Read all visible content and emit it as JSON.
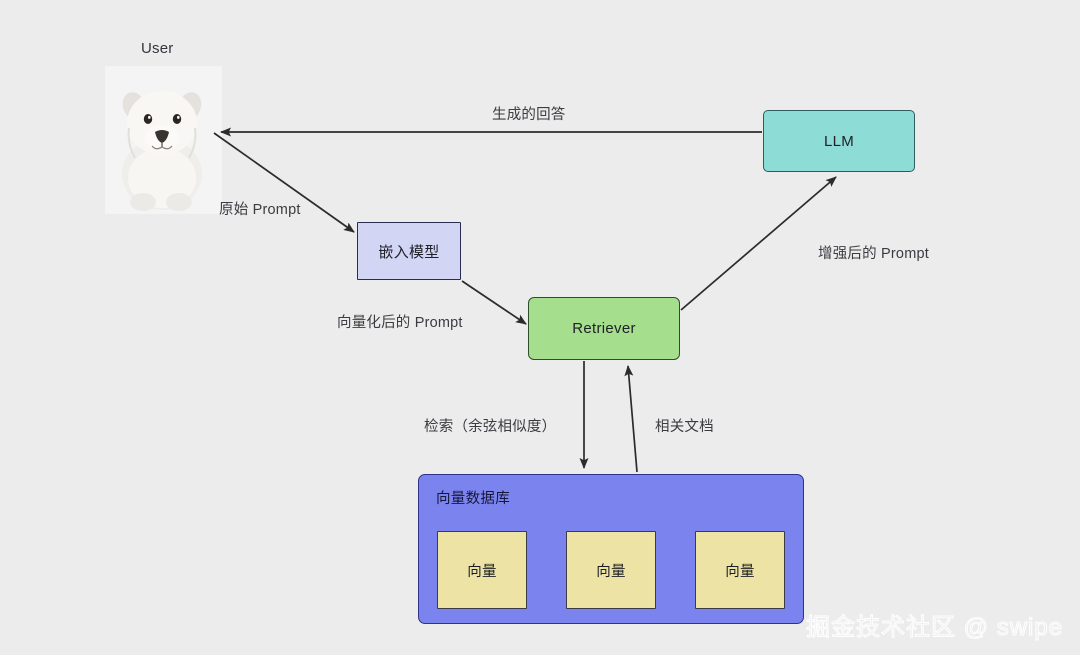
{
  "diagram": {
    "title_hidden": "RAG 流程图",
    "background_color": "#ececed",
    "nodes": {
      "user_label": "User",
      "llm": "LLM",
      "embedding_model": "嵌入模型",
      "retriever": "Retriever",
      "vector_db": "向量数据库",
      "vectors": [
        "向量",
        "向量",
        "向量"
      ]
    },
    "edge_labels": {
      "generated_answer": "生成的回答",
      "original_prompt": "原始 Prompt",
      "vectorized_prompt": "向量化后的 Prompt",
      "augmented_prompt": "增强后的 Prompt",
      "retrieval": "检索（余弦相似度）",
      "relevant_docs": "相关文档"
    },
    "colors": {
      "llm_fill": "#8edcd6",
      "llm_stroke": "#2f5d5f",
      "embed_fill": "#d3d5f5",
      "embed_stroke": "#2a2d52",
      "retriever_fill": "#a5de8c",
      "retriever_stroke": "#2d4d2b",
      "vector_db_fill": "#7b84ee",
      "vector_db_stroke": "#2f3288",
      "vector_fill": "#ede3a5",
      "vector_stroke": "#3a3b44",
      "arrow": "#2b2b2b",
      "text": "#3b3c40"
    },
    "watermark": "掘金技术社区 @ swipe"
  }
}
